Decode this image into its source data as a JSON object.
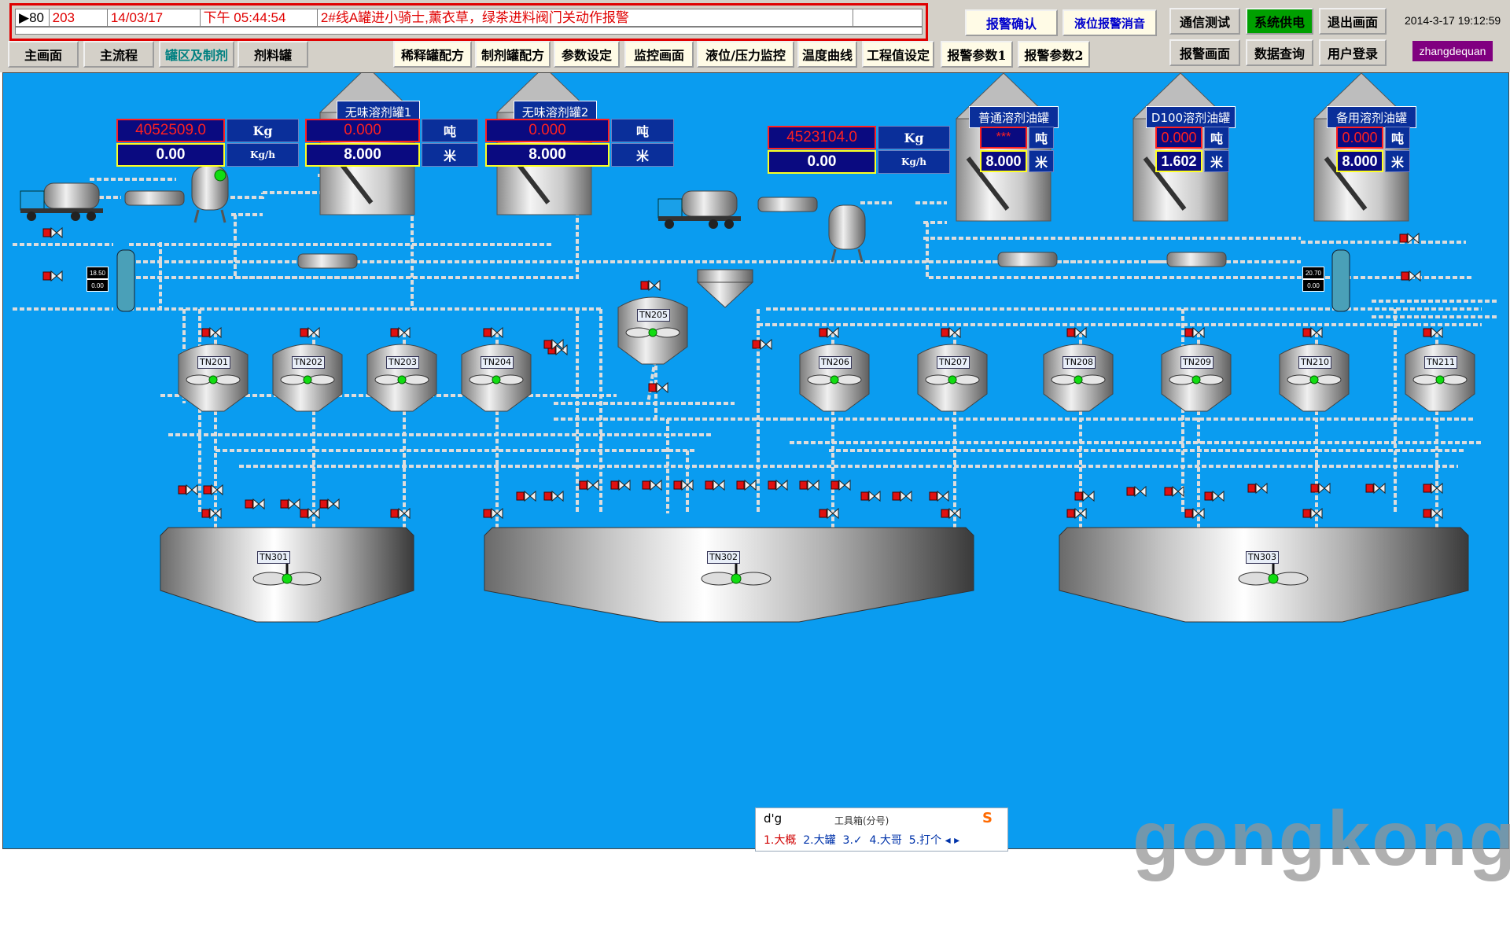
{
  "alarm": {
    "marker": "▶80",
    "code": "203",
    "date": "14/03/17",
    "time": "下午 05:44:54",
    "message": "2#线A罐进小骑士,薰衣草，绿茶进料阀门关动作报警"
  },
  "nav": [
    "主画面",
    "主流程",
    "罐区及制剂",
    "剂料罐",
    "稀释罐配方",
    "制剂罐配方",
    "参数设定",
    "监控画面",
    "液位/压力监控",
    "温度曲线",
    "工程值设定",
    "报警参数1",
    "报警参数2"
  ],
  "right_buttons": {
    "ack": "报警确认",
    "mute": "液位报警消音",
    "comm": "通信测试",
    "power": "系统供电",
    "exit": "退出画面",
    "alarm_screen": "报警画面",
    "data_query": "数据查询",
    "login": "用户登录"
  },
  "clock": "2014-3-17 19:12:59",
  "user": "zhangdequan",
  "left_group": {
    "total": "4052509.0",
    "total_unit": "Kg",
    "flow": "0.00",
    "flow_unit": "Kg/h"
  },
  "right_group": {
    "total": "4523104.0",
    "total_unit": "Kg",
    "flow": "0.00",
    "flow_unit": "Kg/h"
  },
  "tanks_top": [
    {
      "name": "无味溶剂罐1",
      "weight": "0.000",
      "weight_unit": "吨",
      "level": "8.000",
      "level_unit": "米"
    },
    {
      "name": "无味溶剂罐2",
      "weight": "0.000",
      "weight_unit": "吨",
      "level": "8.000",
      "level_unit": "米"
    },
    {
      "name": "普通溶剂油罐",
      "weight": "***",
      "weight_unit": "吨",
      "level": "8.000",
      "level_unit": "米"
    },
    {
      "name": "D100溶剂油罐",
      "weight": "0.000",
      "weight_unit": "吨",
      "level": "1.602",
      "level_unit": "米"
    },
    {
      "name": "备用溶剂油罐",
      "weight": "0.000",
      "weight_unit": "吨",
      "level": "8.000",
      "level_unit": "米"
    }
  ],
  "mix_tanks": [
    "TN201",
    "TN202",
    "TN203",
    "TN204",
    "TN205",
    "TN206",
    "TN207",
    "TN208",
    "TN209",
    "TN210",
    "TN211"
  ],
  "big_tanks": [
    "TN301",
    "TN302",
    "TN303"
  ],
  "hx_left": {
    "temp": "18.50",
    "temp_unit": "℃",
    "flow": "0.00",
    "flow_unit": "%"
  },
  "hx_right": {
    "temp": "20.70",
    "temp_unit": "℃",
    "flow": "0.00",
    "flow_unit": "%"
  },
  "ime": {
    "input": "d'g",
    "toolbox": "工具箱(分号)",
    "candidates": [
      "1.大概",
      "2.大罐",
      "3.✓",
      "4.大哥",
      "5.打个"
    ],
    "arrows": "◂ ▸"
  },
  "watermark": "gongkong",
  "colors": {
    "canvas": "#0a9cf0",
    "alarm_text": "#e00000",
    "panel": "#d4d0c8"
  }
}
